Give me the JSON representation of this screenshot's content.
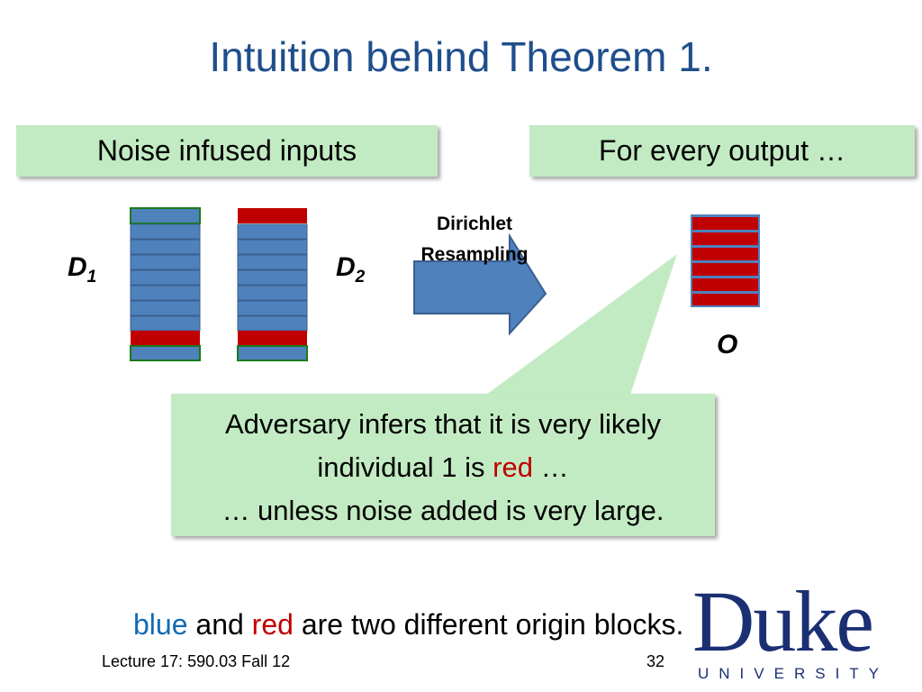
{
  "slide": {
    "title": "Intuition behind Theorem 1.",
    "left_box": "Noise infused inputs",
    "right_box": "For every output …",
    "d1": {
      "main": "D",
      "sub": "1"
    },
    "d2": {
      "main": "D",
      "sub": "2"
    },
    "arrow_label_line1": "Dirichlet",
    "arrow_label_line2": "Resampling",
    "output_label": "O",
    "callout": {
      "line1": "Adversary infers that it is very likely",
      "line2_pre": "individual 1 is ",
      "line2_red": "red",
      "line2_post": " …",
      "line3": "… unless noise added is very large."
    },
    "bottom": {
      "blue_word": "blue",
      "and_word": " and ",
      "red_word": "red",
      "rest": " are two different origin blocks."
    },
    "footer": "Lecture 17: 590.03 Fall 12",
    "page_number": "32",
    "logo_main": "Duke",
    "logo_sub": "UNIVERSITY"
  },
  "colors": {
    "title": "#1f4e8c",
    "blue_block": "#4f81bd",
    "red_block": "#c00000",
    "green_outline": "#1a7a1a",
    "box_fill": "#c3ebc3",
    "duke_blue": "#1b2f73"
  }
}
